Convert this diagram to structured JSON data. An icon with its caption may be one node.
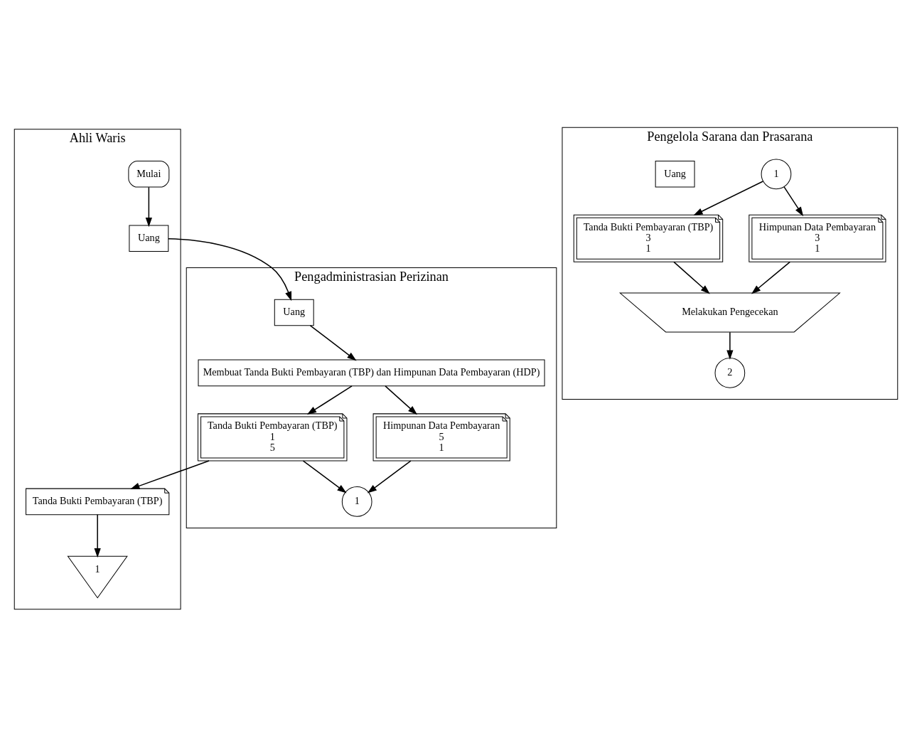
{
  "diagram": {
    "nodes": [
      {
        "text": [
          "Ahli Waris"
        ]
      },
      {
        "text": [
          "Pengadministrasian Perizinan"
        ]
      },
      {
        "text": [
          "Pengelola Sarana dan Prasarana"
        ]
      },
      {
        "text": [
          "Mulai"
        ],
        "in": 0
      },
      {
        "text": [
          "Uang"
        ],
        "in": 0
      },
      {
        "text": [
          "Tanda Bukti Pembayaran (TBP)"
        ],
        "in": 0
      },
      {
        "text": [
          "1"
        ],
        "in": 0
      },
      {
        "text": [
          "Uang"
        ],
        "in": 1
      },
      {
        "text": [
          "Membuat Tanda Bukti Pembayaran (TBP) dan Himpunan Data Pembayaran (HDP)"
        ],
        "in": 1
      },
      {
        "text": [
          "Tanda Bukti Pembayaran (TBP)",
          "1",
          "5"
        ],
        "in": 1
      },
      {
        "text": [
          "Himpunan Data Pembayaran",
          "5",
          "1"
        ],
        "in": 1
      },
      {
        "text": [
          "1"
        ],
        "in": 1
      },
      {
        "text": [
          "1"
        ],
        "in": 2
      },
      {
        "text": [
          "Tanda Bukti Pembayaran (TBP)",
          "3",
          "1"
        ],
        "in": 2
      },
      {
        "text": [
          "Uang"
        ],
        "in": 2
      },
      {
        "text": [
          "Himpunan Data Pembayaran",
          "3",
          "1"
        ],
        "in": 2
      },
      {
        "text": [
          "Melakukan Pengecekan"
        ],
        "in": 2
      },
      {
        "text": [
          "2"
        ],
        "in": 2
      }
    ],
    "edges": [
      {
        "from": 3,
        "to": 4,
        "arrow": "to"
      },
      {
        "from": 4,
        "to": 7,
        "arrow": "to"
      },
      {
        "from": 7,
        "to": 8,
        "arrow": "to"
      },
      {
        "from": 8,
        "to": 9,
        "arrow": "to"
      },
      {
        "from": 8,
        "to": 10,
        "arrow": "to"
      },
      {
        "from": 9,
        "to": 5,
        "arrow": "to"
      },
      {
        "from": 5,
        "to": 6,
        "arrow": "to"
      },
      {
        "from": 9,
        "to": 11,
        "arrow": "to"
      },
      {
        "from": 10,
        "to": 11,
        "arrow": "to"
      },
      {
        "from": 12,
        "to": 13,
        "arrow": "to"
      },
      {
        "from": 12,
        "to": 15,
        "arrow": "to"
      },
      {
        "from": 13,
        "to": 16,
        "arrow": "to"
      },
      {
        "from": 15,
        "to": 16,
        "arrow": "to"
      },
      {
        "from": 16,
        "to": 17,
        "arrow": "to"
      }
    ]
  }
}
